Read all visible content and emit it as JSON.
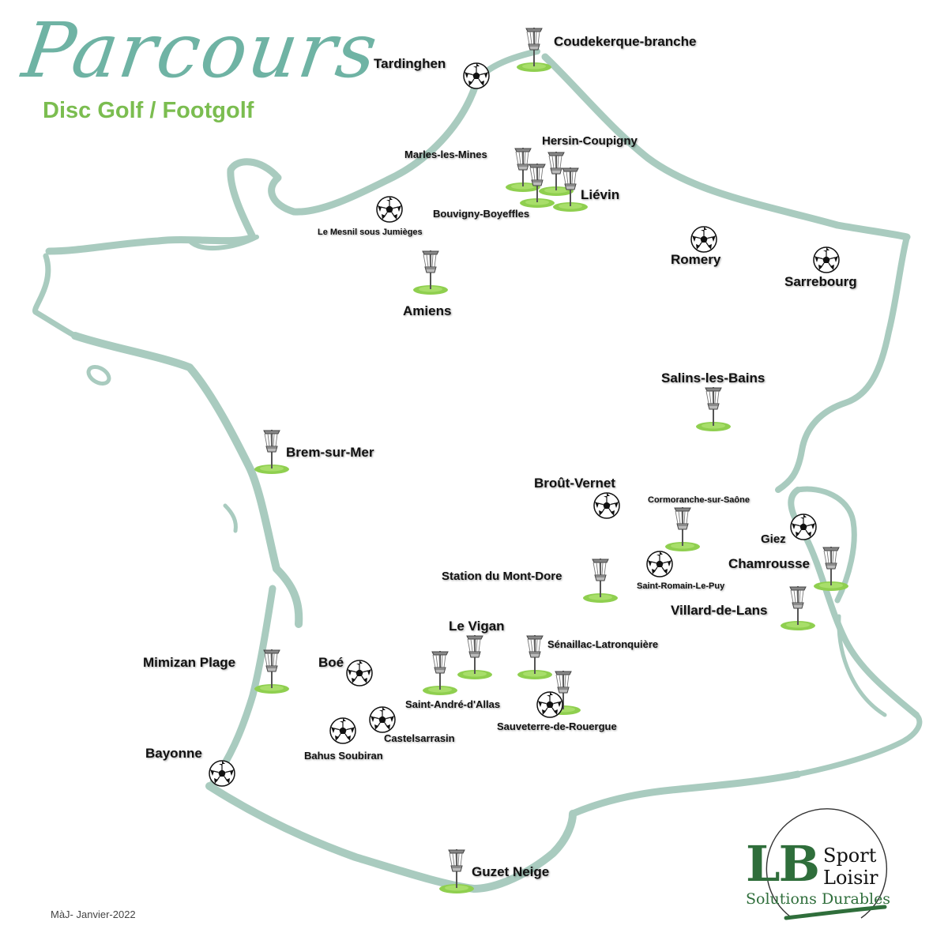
{
  "title": "Parcours",
  "subtitle": "Disc Golf / Footgolf",
  "update_note": "MàJ- Janvier-2022",
  "colors": {
    "outline": "#a9cbbf",
    "title_script": "#6fb3a4",
    "subtitle": "#7bbd50",
    "grass": "#8fcf4f",
    "logo_green": "#2f6e3b"
  },
  "legend_icons": {
    "disc_golf": "disc-golf-basket-icon",
    "footgolf": "football-icon"
  },
  "places": [
    {
      "name": "Coudekerque-branche",
      "type": "disc"
    },
    {
      "name": "Tardinghen",
      "type": "foot"
    },
    {
      "name": "Hersin-Coupigny",
      "type": "disc"
    },
    {
      "name": "Marles-les-Mines",
      "type": "disc"
    },
    {
      "name": "Liévin",
      "type": "disc"
    },
    {
      "name": "Bouvigny-Boyeffles",
      "type": "disc"
    },
    {
      "name": "Le Mesnil sous Jumièges",
      "type": "foot"
    },
    {
      "name": "Romery",
      "type": "foot"
    },
    {
      "name": "Sarrebourg",
      "type": "foot"
    },
    {
      "name": "Amiens",
      "type": "disc"
    },
    {
      "name": "Salins-les-Bains",
      "type": "disc"
    },
    {
      "name": "Brem-sur-Mer",
      "type": "disc"
    },
    {
      "name": "Broût-Vernet",
      "type": "foot"
    },
    {
      "name": "Cormoranche-sur-Saône",
      "type": "disc"
    },
    {
      "name": "Giez",
      "type": "foot"
    },
    {
      "name": "Chamrousse",
      "type": "disc"
    },
    {
      "name": "Station du Mont-Dore",
      "type": "disc"
    },
    {
      "name": "Saint-Romain-Le-Puy",
      "type": "foot"
    },
    {
      "name": "Villard-de-Lans",
      "type": "disc"
    },
    {
      "name": "Le Vigan",
      "type": "disc"
    },
    {
      "name": "Sénaillac-Latronquière",
      "type": "disc"
    },
    {
      "name": "Mimizan Plage",
      "type": "disc"
    },
    {
      "name": "Boé",
      "type": "foot"
    },
    {
      "name": "Saint-André-d'Allas",
      "type": "disc"
    },
    {
      "name": "Sauveterre-de-Rouergue",
      "type": "disc"
    },
    {
      "name": "Castelsarrasin",
      "type": "foot"
    },
    {
      "name": "Bahus Soubiran",
      "type": "foot"
    },
    {
      "name": "Bayonne",
      "type": "foot"
    },
    {
      "name": "Guzet Neige",
      "type": "disc"
    }
  ],
  "logo": {
    "initials": "LB",
    "word1": "Sport",
    "word2": "Loisir",
    "tagline": "Solutions Durables"
  }
}
